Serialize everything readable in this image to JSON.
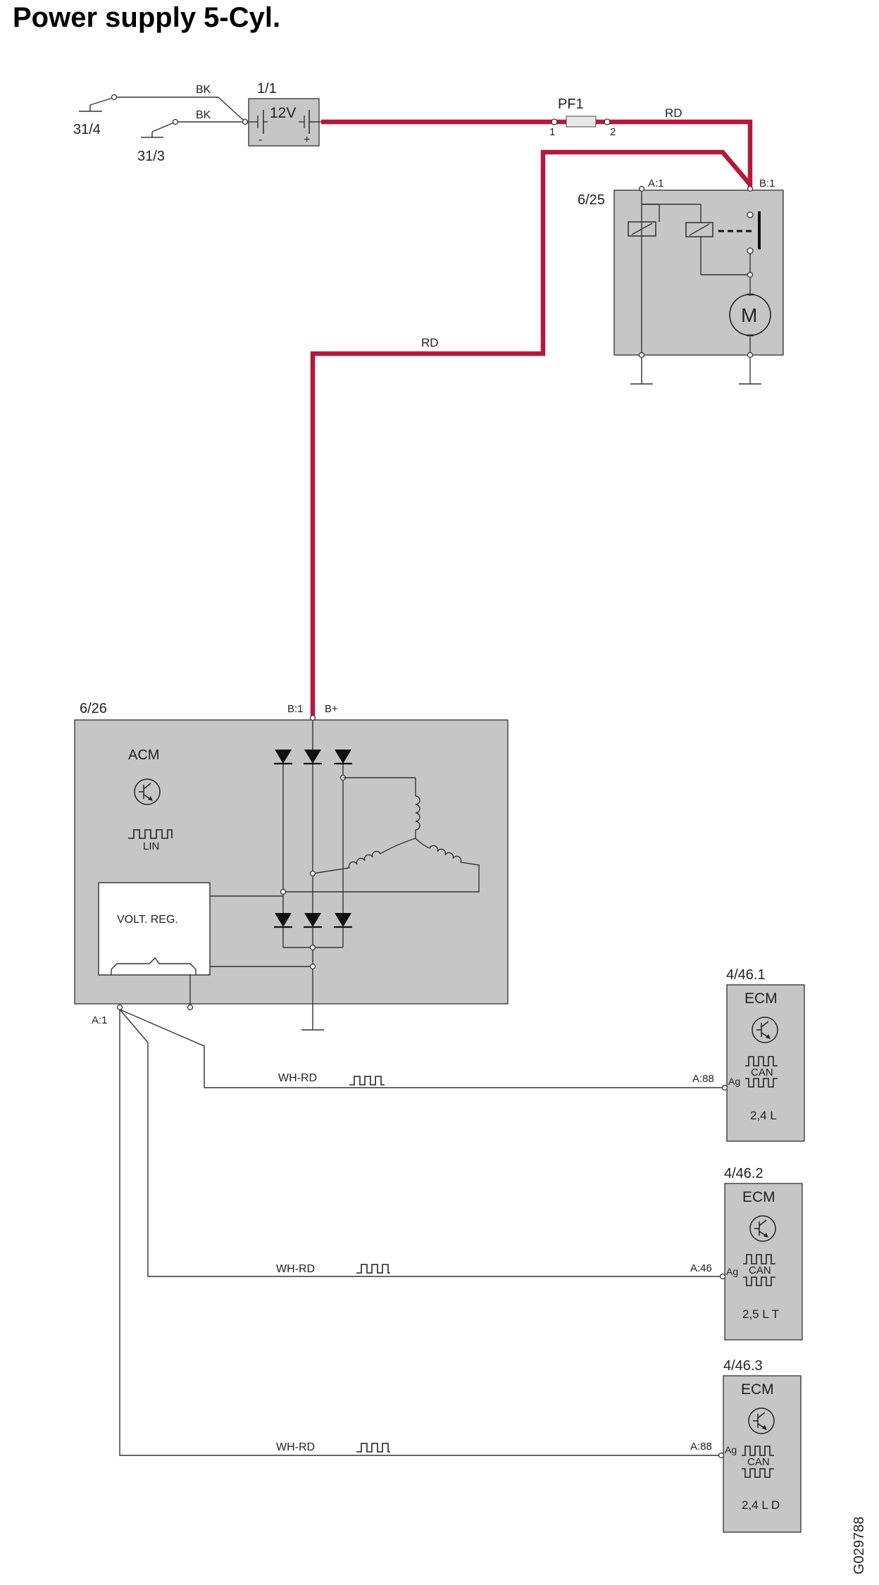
{
  "title": "Power supply 5-Cyl.",
  "drawing_id": "G029788",
  "grounds": {
    "g1": "31/4",
    "g2": "31/3"
  },
  "battery": {
    "ref": "1/1",
    "voltage": "12V",
    "minus": "-",
    "plus": "+"
  },
  "fuse": {
    "ref": "PF1",
    "pin1": "1",
    "pin2": "2"
  },
  "wires": {
    "bk1": "BK",
    "bk2": "BK",
    "rd1": "RD",
    "rd2": "RD"
  },
  "starter": {
    "ref": "6/25",
    "pin_a": "A:1",
    "pin_b": "B:1",
    "motor": "M"
  },
  "alternator": {
    "ref": "6/26",
    "pin_b": "B:1",
    "bplus": "B+",
    "acm": "ACM",
    "lin": "LIN",
    "regulator": "VOLT. REG.",
    "pin_a": "A:1"
  },
  "ecms": [
    {
      "ref": "4/46.1",
      "name": "ECM",
      "bus": "CAN",
      "ag": "Ag",
      "engine": "2,4 L",
      "pin": "A:88",
      "wire": "WH-RD"
    },
    {
      "ref": "4/46.2",
      "name": "ECM",
      "bus": "CAN",
      "ag": "Ag",
      "engine": "2,5 L T",
      "pin": "A:46",
      "wire": "WH-RD"
    },
    {
      "ref": "4/46.3",
      "name": "ECM",
      "bus": "CAN",
      "ag": "Ag",
      "engine": "2,4 L D",
      "pin": "A:88",
      "wire": "WH-RD"
    }
  ]
}
